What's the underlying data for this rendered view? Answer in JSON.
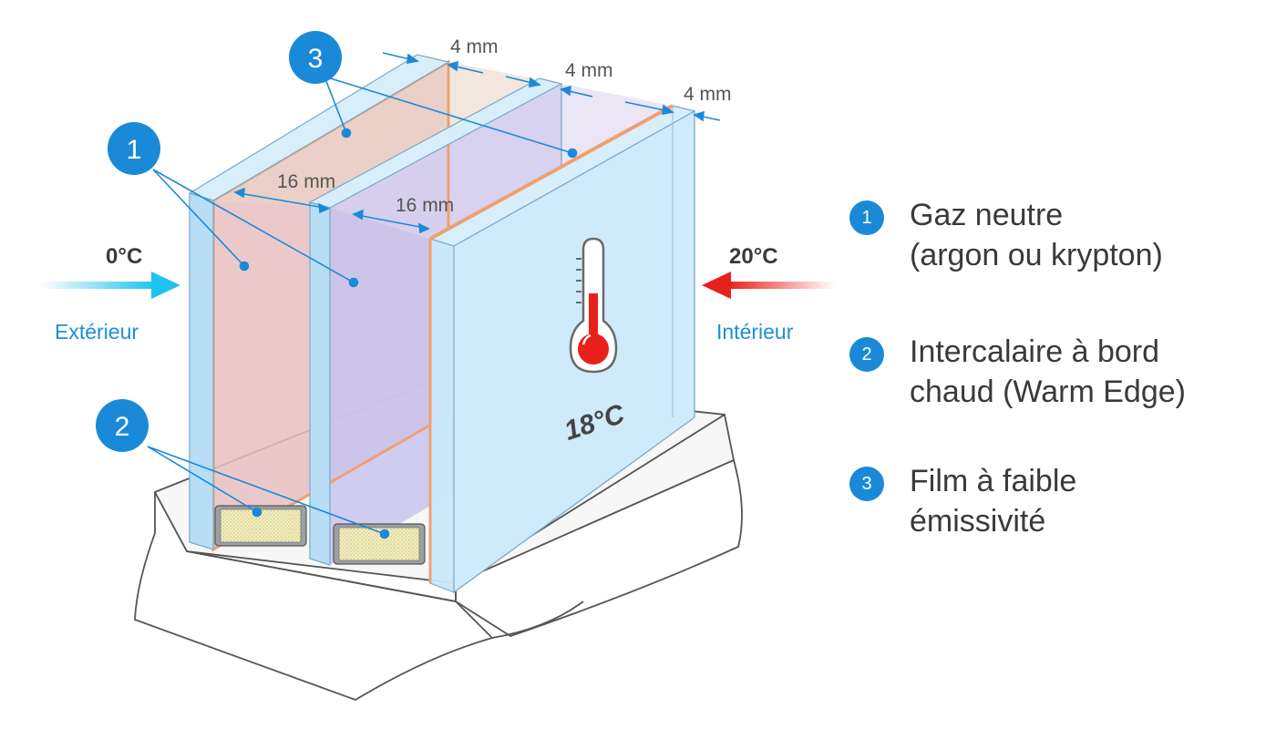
{
  "dimensions": {
    "pane_outer": "4 mm",
    "pane_middle": "4 mm",
    "pane_inner": "4 mm",
    "gap_outer": "16 mm",
    "gap_inner": "16 mm"
  },
  "outside": {
    "temperature": "0°C",
    "label": "Extérieur"
  },
  "inside": {
    "temperature": "20°C",
    "label": "Intérieur"
  },
  "glass_temperature": "18°C",
  "callouts": {
    "c1": "1",
    "c2": "2",
    "c3": "3"
  },
  "legend": [
    {
      "number": "1",
      "line1": "Gaz neutre",
      "line2": "(argon ou krypton)"
    },
    {
      "number": "2",
      "line1": "Intercalaire à bord",
      "line2": "chaud (Warm Edge)"
    },
    {
      "number": "3",
      "line1": "Film à faible",
      "line2": "émissivité"
    }
  ],
  "colors": {
    "accent": "#1a8ad8",
    "glass": "#bfe3f7",
    "gas_outer": "#e7bfc2",
    "gas_inner": "#c8c4ee",
    "low_e_film": "#f0a070",
    "cold_arrow": "#1ec3f0",
    "warm_arrow": "#e8201c"
  },
  "icons": [
    "thermometer-icon",
    "cold-arrow-icon",
    "warm-arrow-icon"
  ]
}
